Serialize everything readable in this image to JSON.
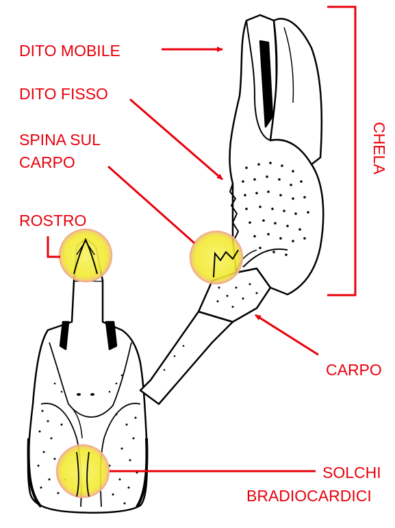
{
  "labels": {
    "dito_mobile": "DITO MOBILE",
    "dito_fisso": "DITO FISSO",
    "spina_line1": "SPINA SUL",
    "spina_line2": "CARPO",
    "rostro": "ROSTRO",
    "carpo": "CARPO",
    "solchi_line1": "SOLCHI",
    "solchi_line2": "BRADIOCARDICI",
    "chela": "CHELA"
  },
  "colors": {
    "label": "#e8000b",
    "highlight_fill": "#f5ee3a",
    "highlight_edge": "#f0b090",
    "outline": "#000000"
  }
}
